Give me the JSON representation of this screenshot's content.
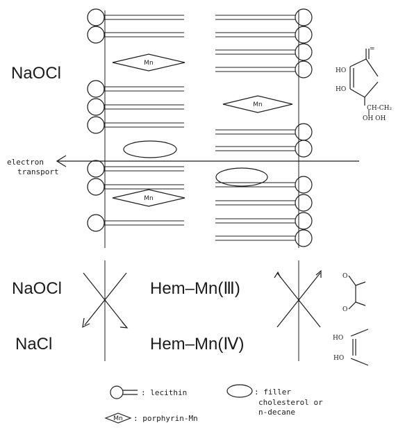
{
  "membrane": {
    "outside_label": "NaOCl",
    "transport_label_line1": "electron",
    "transport_label_line2": "transport",
    "porphyrin_label": "Mn",
    "ascorbate": {
      "ho_top": "HO",
      "ho_bottom": "HO",
      "carbonyl": "=",
      "side_chain": "CH-CH₂",
      "side_oh": "OH OH"
    }
  },
  "reaction": {
    "left_top": "NaOCl",
    "left_bottom": "NaCl",
    "center_top": "Hem–Mn(Ⅲ)",
    "center_bottom": "Hem–Mn(Ⅳ)",
    "dehydro_o_top": "O",
    "dehydro_o_bottom": "O",
    "ene_ho_top": "HO",
    "ene_ho_bottom": "HO"
  },
  "legend": {
    "lecithin": ": lecithin",
    "filler_line1": ": filler",
    "filler_line2": "cholesterol or",
    "filler_line3": "n-decane",
    "porphyrin": ": porphyrin-Mn",
    "porphyrin_symbol": "Mn"
  }
}
